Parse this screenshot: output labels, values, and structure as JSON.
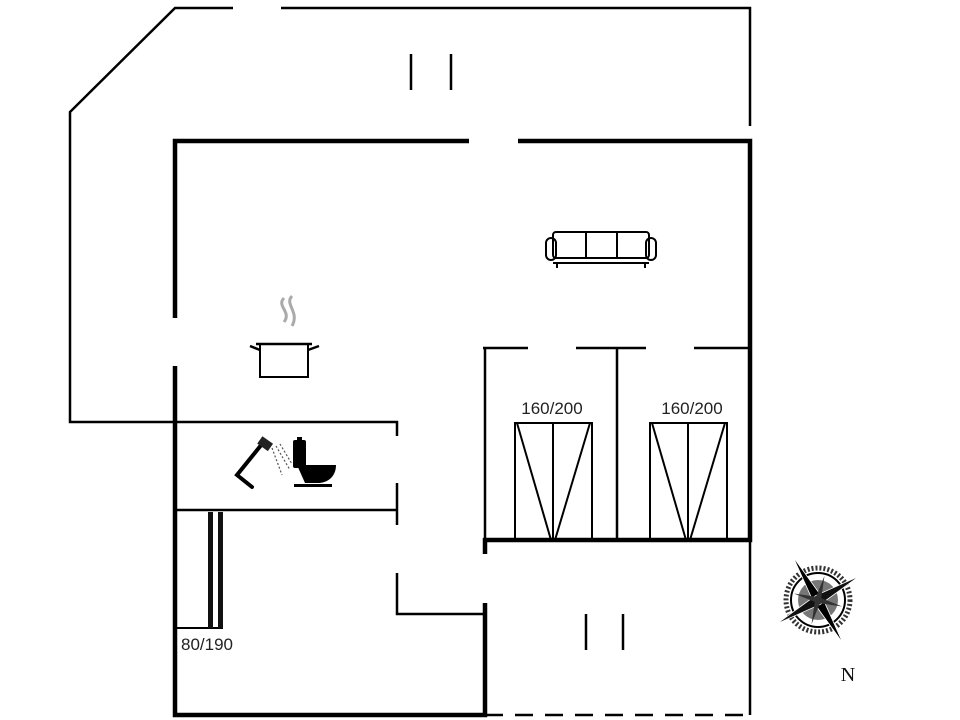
{
  "floorplan": {
    "beds": [
      {
        "label": "160/200"
      },
      {
        "label": "160/200"
      },
      {
        "label": "80/190"
      }
    ],
    "compass": {
      "north_label": "N"
    },
    "icons": [
      "sofa-icon",
      "cooking-pot-icon",
      "shower-icon",
      "toilet-icon",
      "compass-rose-icon"
    ],
    "colors": {
      "wall": "#000000",
      "background": "#ffffff"
    }
  }
}
